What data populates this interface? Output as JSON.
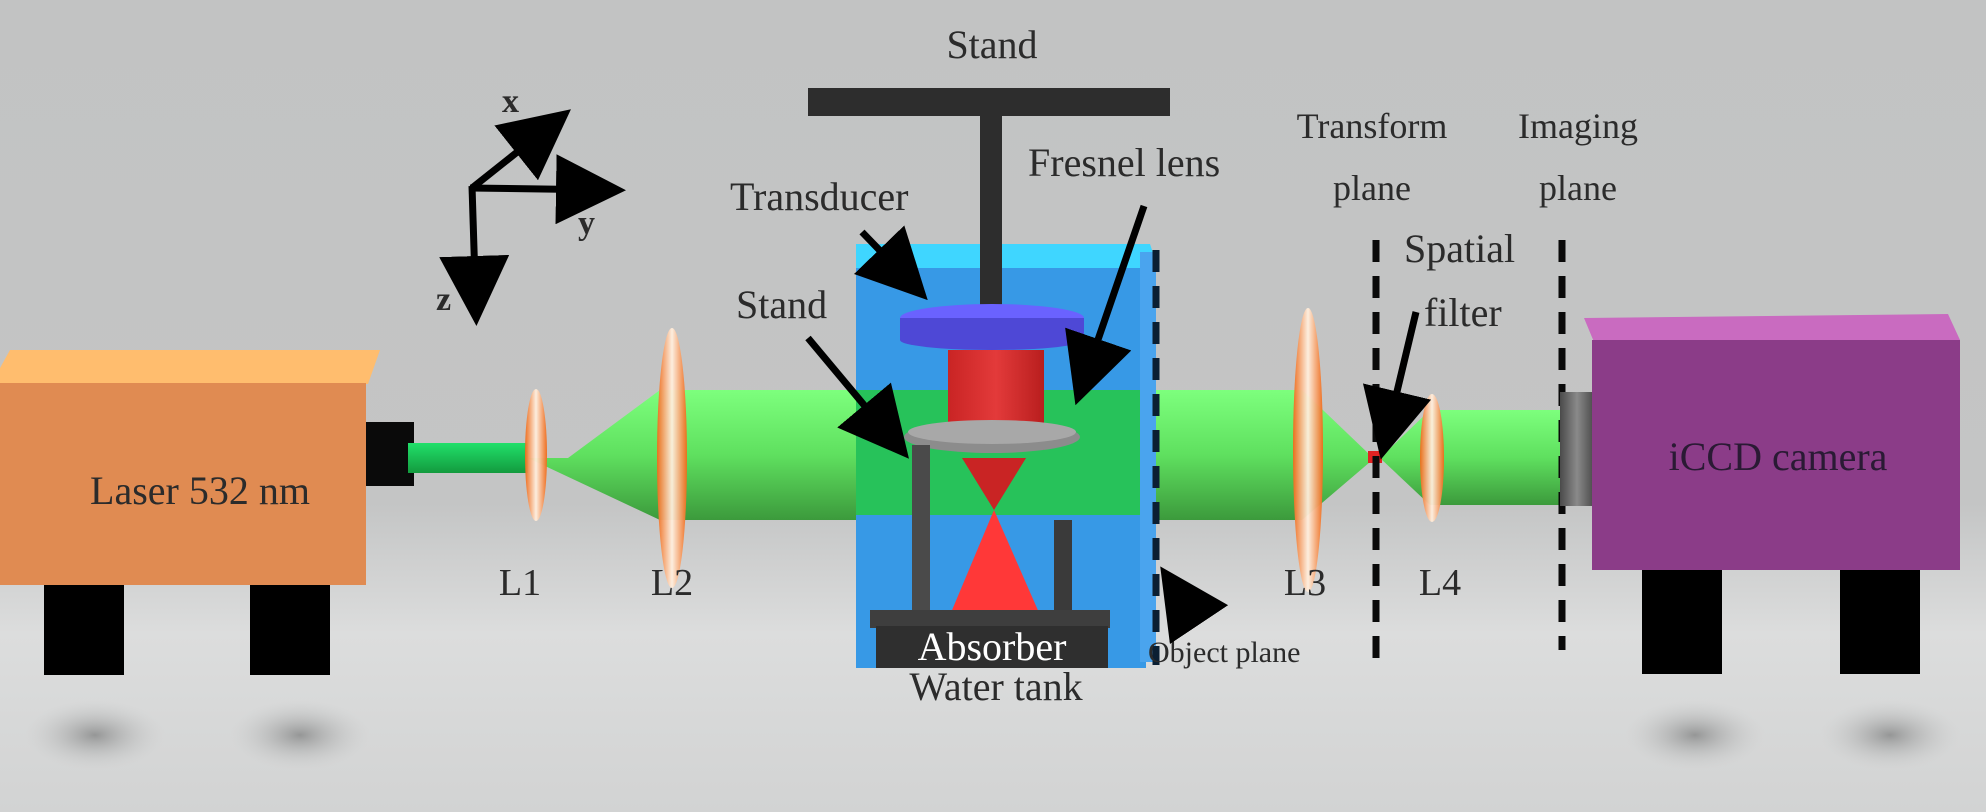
{
  "figure": {
    "title": "Optical setup schematic",
    "colors": {
      "background": "#c3c4c4",
      "laser_body": "#e08b52",
      "laser_top": "#ffbd6e",
      "beam": "#6ef26e",
      "beam_dark": "#3e9e3e",
      "lens": "#f07a2a",
      "tank": "#3799e6",
      "tank_top": "#3fd6ff",
      "transducer": "#5858e0",
      "acoustic": "#e02a2a",
      "camera_body": "#8b3c88",
      "camera_top": "#c96bc0",
      "stand": "#2d2d2d"
    }
  },
  "axes": {
    "x": "x",
    "y": "y",
    "z": "z"
  },
  "components": {
    "laser": "Laser 532 nm",
    "lens1": "L1",
    "lens2": "L2",
    "lens3": "L3",
    "lens4": "L4",
    "camera": "iCCD camera"
  },
  "labels": {
    "stand_top": "Stand",
    "stand_inner": "Stand",
    "transducer": "Transducer",
    "fresnel_lens": "Fresnel lens",
    "absorber": "Absorber",
    "water_tank": "Water tank",
    "object_plane": "Object plane",
    "transform_plane_1": "Transform",
    "transform_plane_2": "plane",
    "imaging_plane_1": "Imaging",
    "imaging_plane_2": "plane",
    "spatial_filter_1": "Spatial",
    "spatial_filter_2": "filter"
  }
}
